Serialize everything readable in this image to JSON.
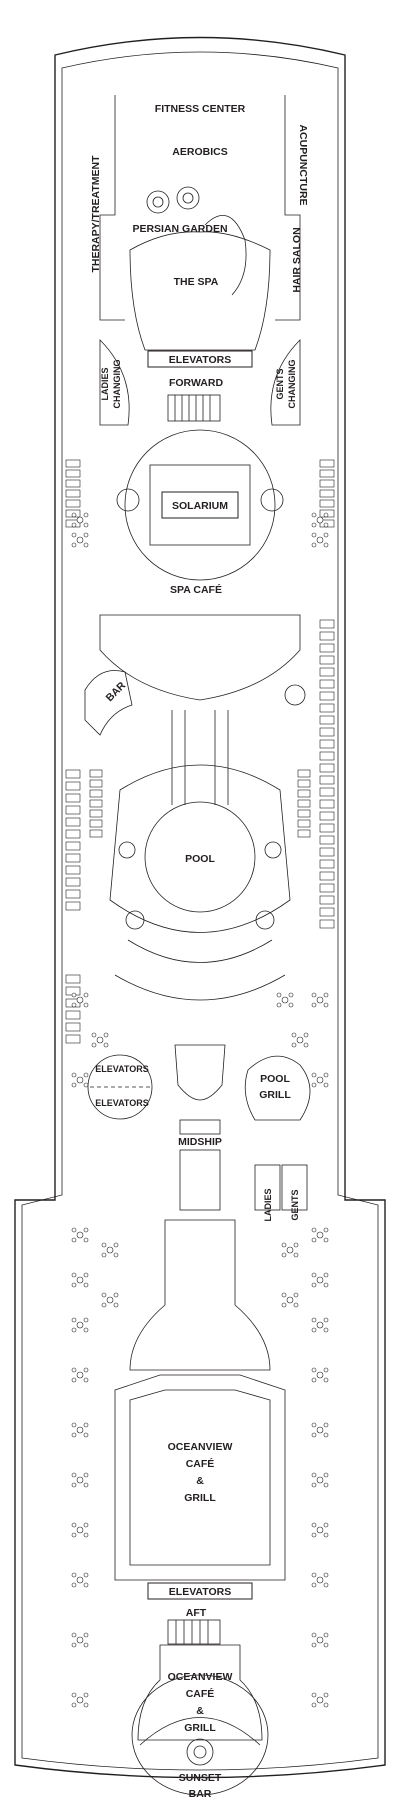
{
  "deck": {
    "areas": {
      "fitness_center": "FITNESS CENTER",
      "aerobics": "AEROBICS",
      "therapy": "THERAPY/TREATMENT",
      "acupuncture": "ACUPUNCTURE",
      "persian_garden": "PERSIAN GARDEN",
      "hair_salon": "HAIR SALON",
      "the_spa": "THE SPA",
      "elevators_forward": "ELEVATORS",
      "forward": "FORWARD",
      "ladies_changing_1": "LADIES",
      "ladies_changing_2": "CHANGING",
      "gents_changing_1": "GENTS",
      "gents_changing_2": "CHANGING",
      "solarium": "SOLARIUM",
      "spa_cafe": "SPA CAFÉ",
      "bar": "BAR",
      "pool": "POOL",
      "elevators_mid_1": "ELEVATORS",
      "elevators_mid_2": "ELEVATORS",
      "pool_grill_1": "POOL",
      "pool_grill_2": "GRILL",
      "midship": "MIDSHIP",
      "ladies": "LADIES",
      "gents": "GENTS",
      "oceanview_1_a": "OCEANVIEW",
      "oceanview_1_b": "CAFÉ",
      "oceanview_1_c": "&",
      "oceanview_1_d": "GRILL",
      "elevators_aft": "ELEVATORS",
      "aft": "AFT",
      "oceanview_2_a": "OCEANVIEW",
      "oceanview_2_b": "CAFÉ",
      "oceanview_2_c": "&",
      "oceanview_2_d": "GRILL",
      "sunset_1": "SUNSET",
      "sunset_2": "BAR"
    }
  }
}
